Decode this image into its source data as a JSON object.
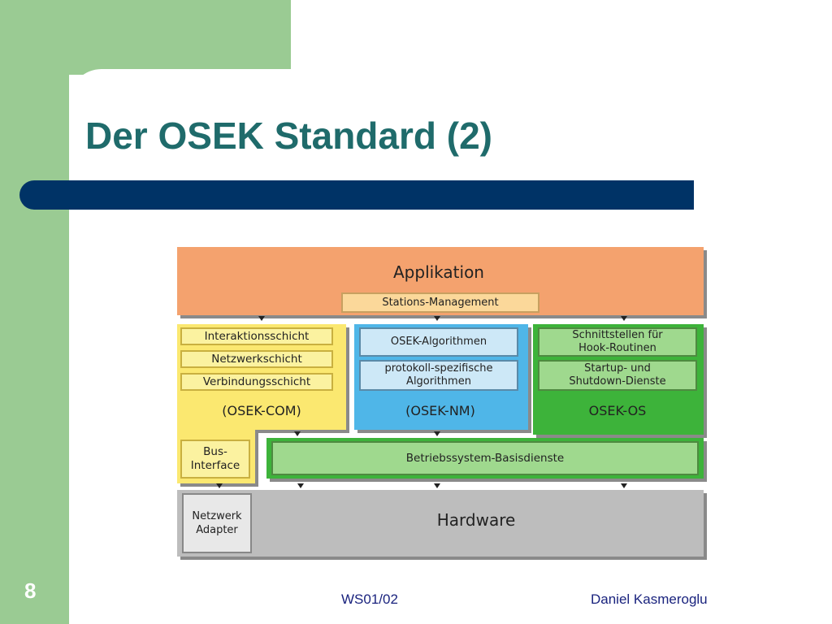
{
  "slide": {
    "title": "Der OSEK Standard (2)",
    "number": "8",
    "footer_center": "WS01/02",
    "footer_right": "Daniel Kasmeroglu"
  },
  "diagram": {
    "applikation": "Applikation",
    "stations_management": "Stations-Management",
    "com": {
      "interaktion": "Interaktionsschicht",
      "netzwerk": "Netzwerkschicht",
      "verbindung": "Verbindungsschicht",
      "label": "(OSEK-COM)",
      "bus_interface_1": "Bus-",
      "bus_interface_2": "Interface"
    },
    "nm": {
      "algorithmen": "OSEK-Algorithmen",
      "protokoll_1": "protokoll-spezifische",
      "protokoll_2": "Algorithmen",
      "label": "(OSEK-NM)"
    },
    "os": {
      "schnitt_1": "Schnittstellen für",
      "schnitt_2": "Hook-Routinen",
      "startup_1": "Startup- und",
      "startup_2": "Shutdown-Dienste",
      "label": "OSEK-OS"
    },
    "basisdienste": "Betriebssystem-Basisdienste",
    "hardware": "Hardware",
    "adapter_1": "Netzwerk",
    "adapter_2": "Adapter"
  }
}
